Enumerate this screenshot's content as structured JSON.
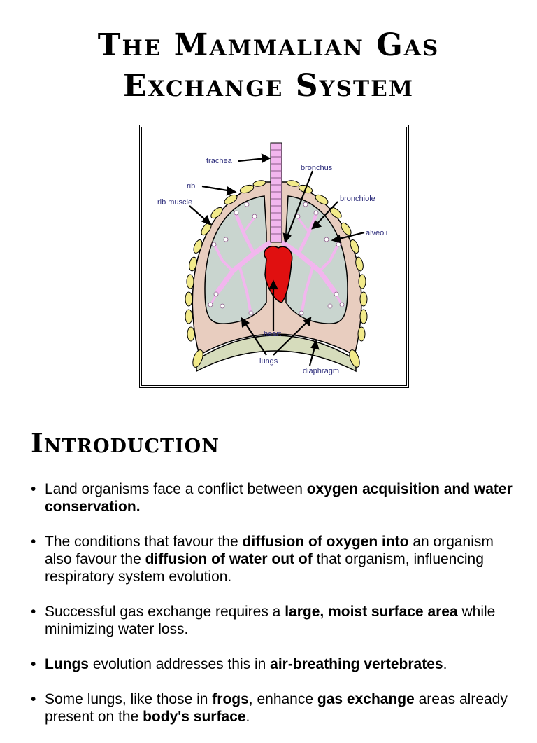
{
  "title": {
    "line1": "The Mammalian Gas",
    "line2": "Exchange System"
  },
  "diagram": {
    "labels": {
      "trachea": "trachea",
      "bronchus": "bronchus",
      "rib": "rib",
      "bronchiole": "bronchiole",
      "rib_muscle": "rib muscle",
      "alveoli": "alveoli",
      "heart": "heart",
      "lungs": "lungs",
      "diaphragm": "diaphragm"
    },
    "colors": {
      "rib": "#f2ea8a",
      "pleura": "#e8cdbf",
      "lung": "#c9d5cf",
      "bronchi": "#f2b6ee",
      "heart": "#e01010",
      "diaphragm": "#d6dcbc",
      "label": "#2b2b7a"
    }
  },
  "section_heading": "Introduction",
  "bullets": [
    [
      {
        "t": "Land organisms face a conflict between ",
        "b": false
      },
      {
        "t": "oxygen acquisition and water conservation.",
        "b": true
      }
    ],
    [
      {
        "t": "The conditions that favour the ",
        "b": false
      },
      {
        "t": "diffusion of oxygen into",
        "b": true
      },
      {
        "t": " an organism also favour the ",
        "b": false
      },
      {
        "t": "diffusion of water out of",
        "b": true
      },
      {
        "t": " that organism, influencing respiratory system evolution.",
        "b": false
      }
    ],
    [
      {
        "t": "Successful gas exchange requires a ",
        "b": false
      },
      {
        "t": "large, moist surface area",
        "b": true
      },
      {
        "t": " while minimizing water loss.",
        "b": false
      }
    ],
    [
      {
        "t": "Lungs",
        "b": true
      },
      {
        "t": " evolution addresses this in ",
        "b": false
      },
      {
        "t": "air-breathing vertebrates",
        "b": true
      },
      {
        "t": ".",
        "b": false
      }
    ],
    [
      {
        "t": "Some lungs, like those in ",
        "b": false
      },
      {
        "t": "frogs",
        "b": true
      },
      {
        "t": ", enhance ",
        "b": false
      },
      {
        "t": "gas exchange",
        "b": true
      },
      {
        "t": " areas already present on the ",
        "b": false
      },
      {
        "t": "body's surface",
        "b": true
      },
      {
        "t": ".",
        "b": false
      }
    ]
  ]
}
